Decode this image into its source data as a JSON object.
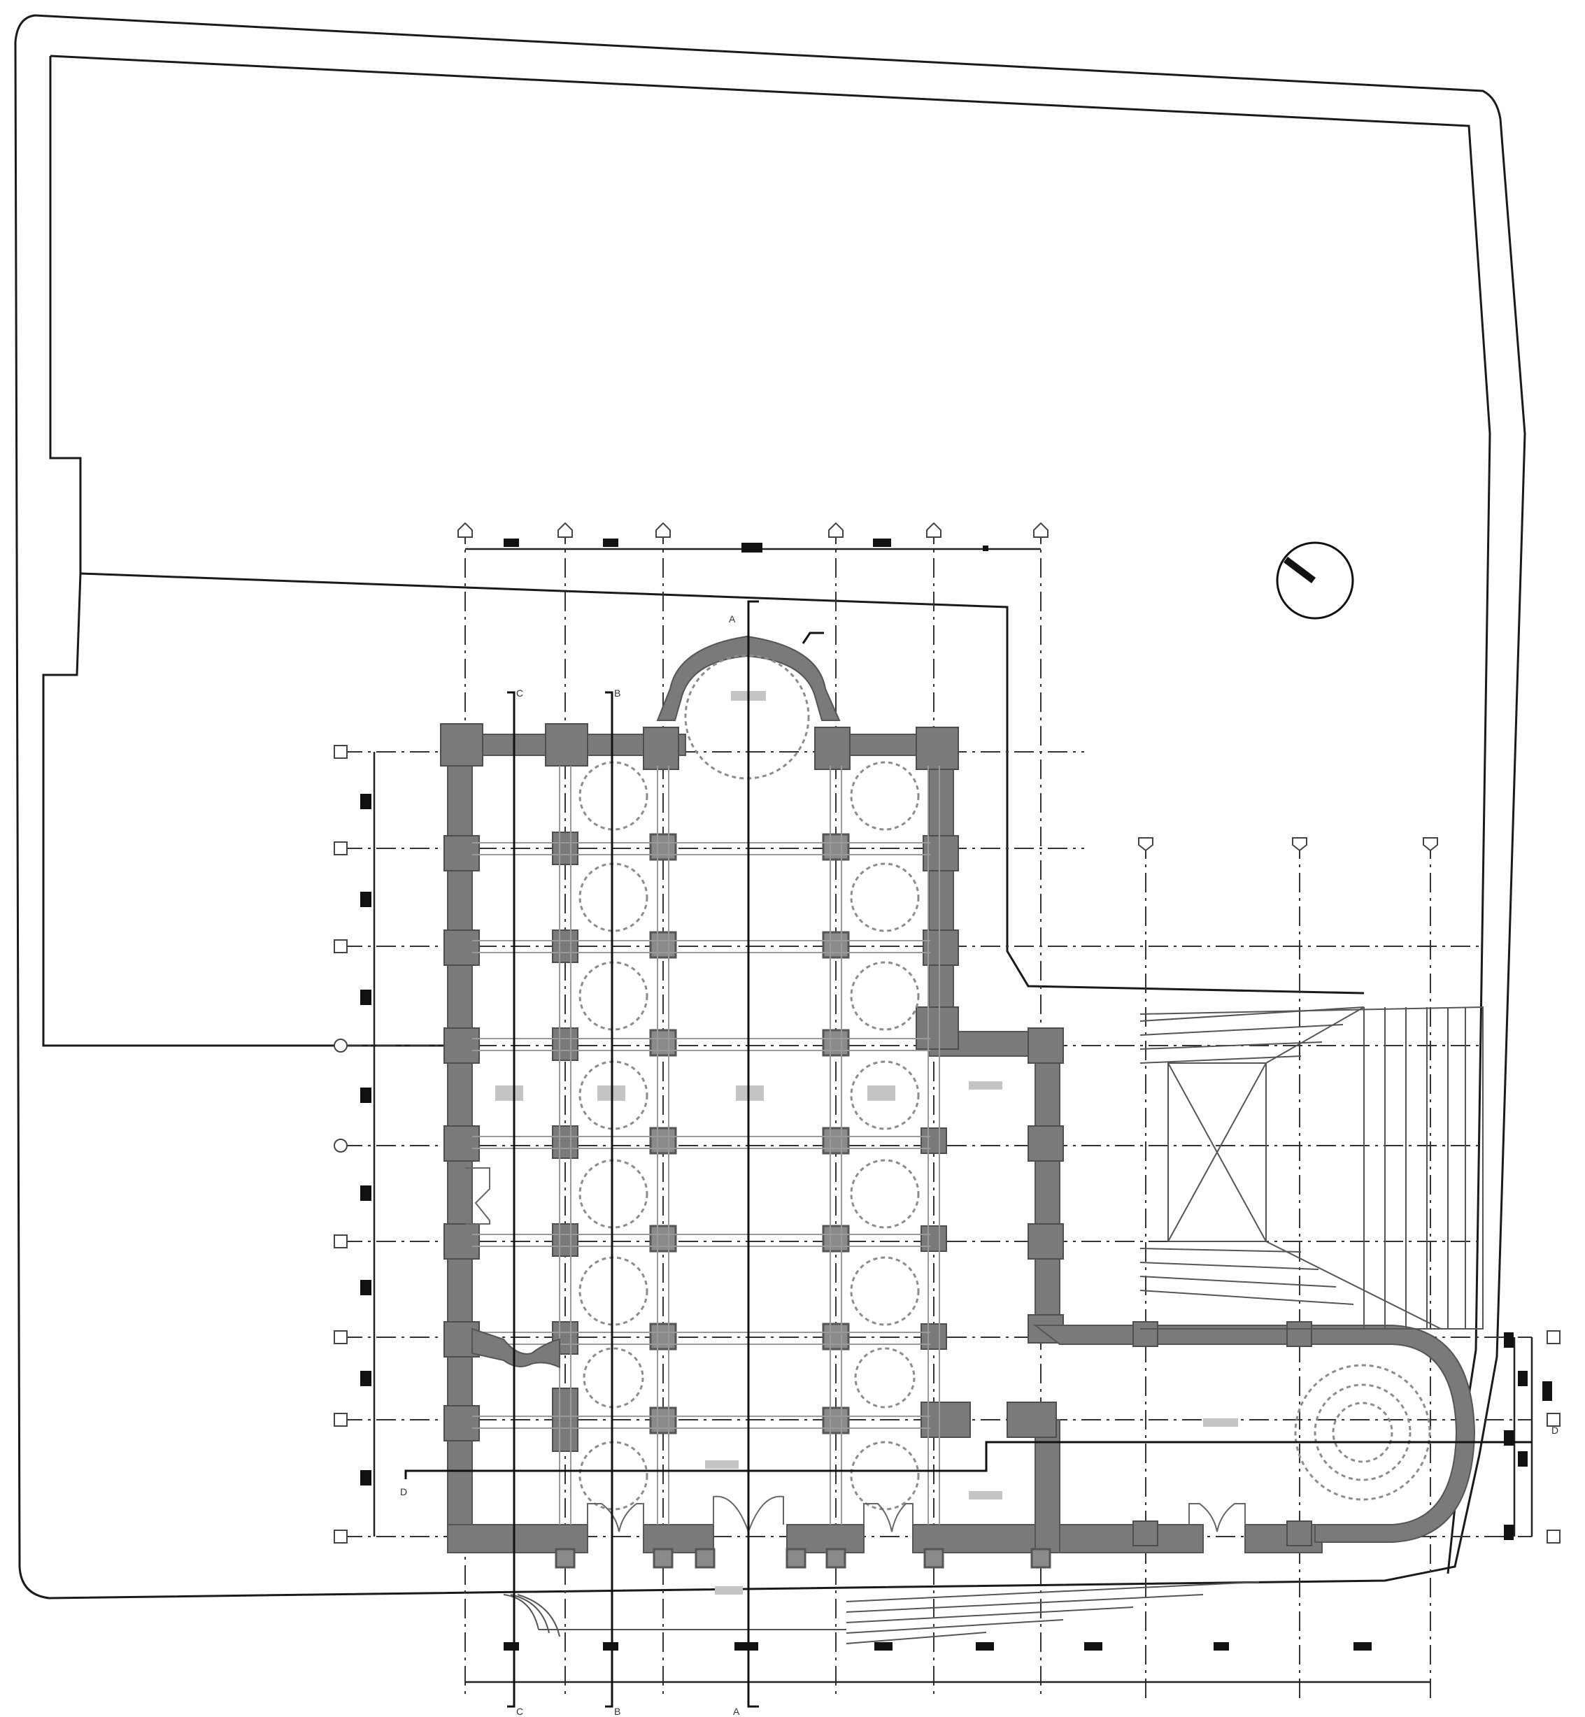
{
  "section_labels": {
    "a_top": "A",
    "a_bottom": "A",
    "b_top": "B",
    "b_bottom": "B",
    "c_top": "C",
    "c_bottom": "C",
    "d_left": "D",
    "d_right": "D"
  },
  "icons": [
    "north-arrow-icon"
  ]
}
